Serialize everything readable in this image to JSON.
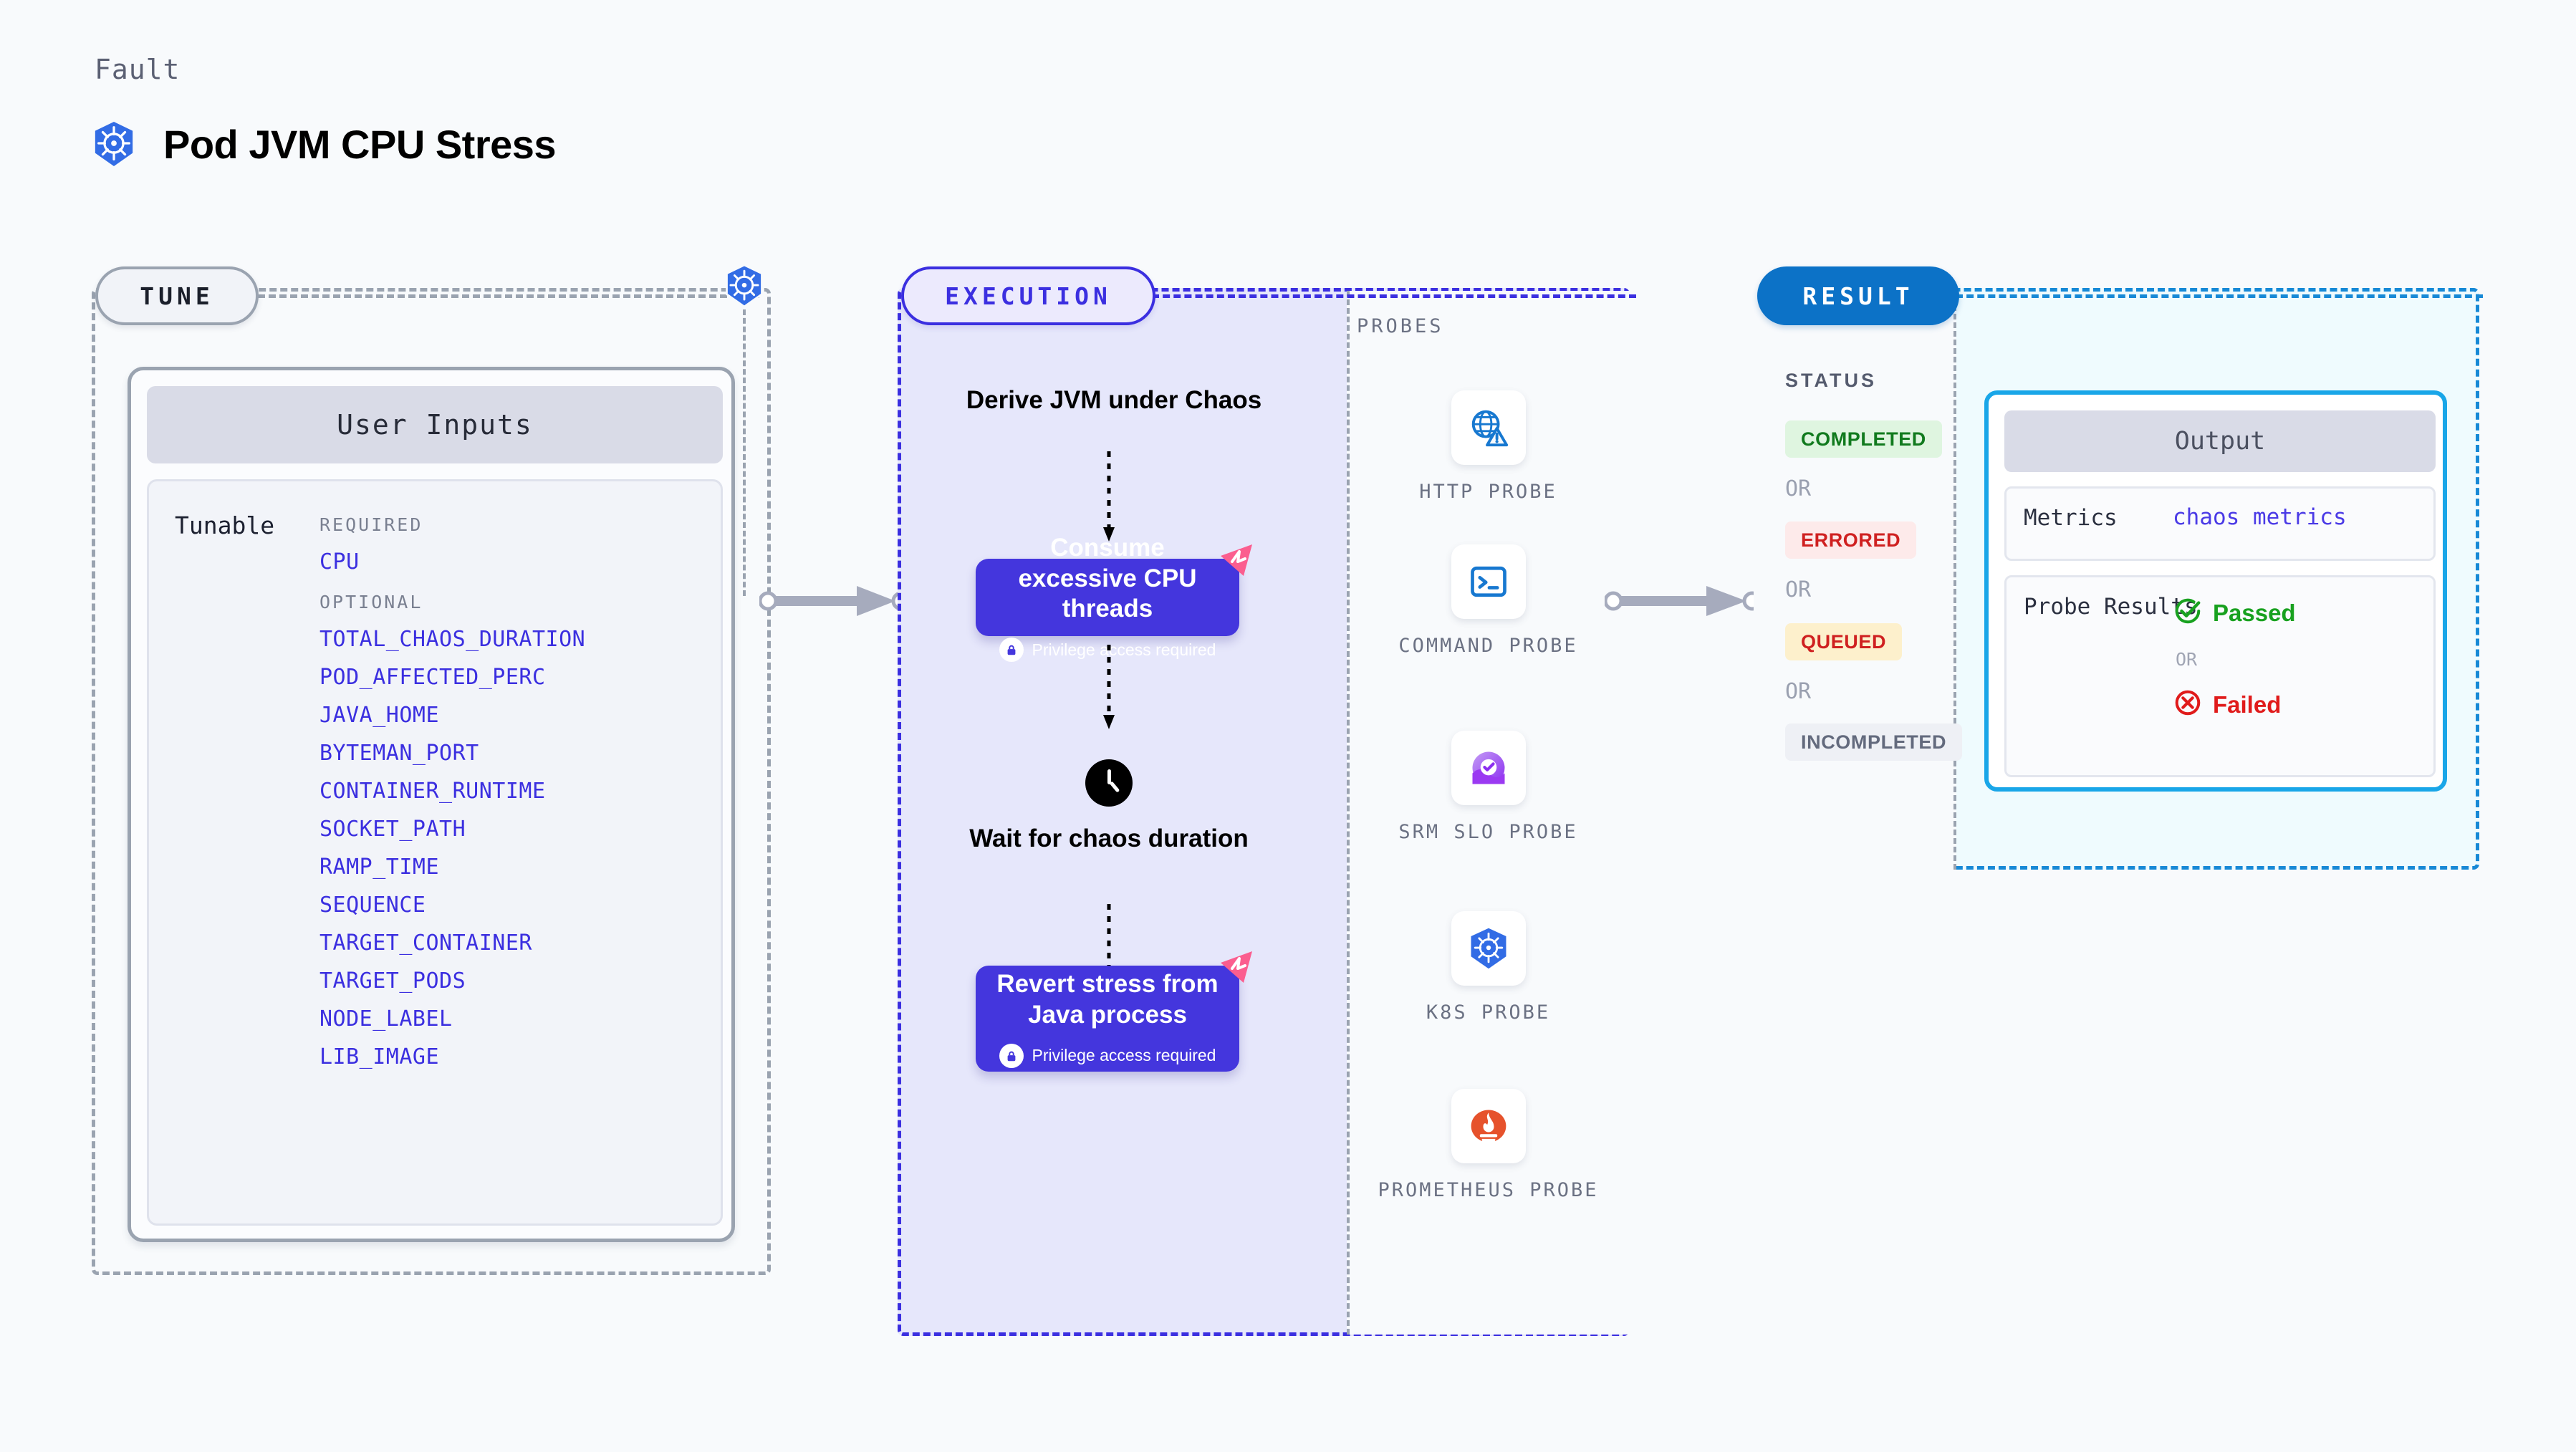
{
  "header": {
    "kicker": "Fault",
    "title": "Pod JVM CPU Stress",
    "icon": "kubernetes-icon"
  },
  "tune": {
    "pill_label": "TUNE",
    "badge_icon": "kubernetes-icon",
    "card": {
      "header": "User Inputs",
      "tunable_label": "Tunable",
      "groups": [
        {
          "title": "REQUIRED",
          "items": [
            "CPU"
          ]
        },
        {
          "title": "OPTIONAL",
          "items": [
            "TOTAL_CHAOS_DURATION",
            "POD_AFFECTED_PERC",
            "JAVA_HOME",
            "BYTEMAN_PORT",
            "CONTAINER_RUNTIME",
            "SOCKET_PATH",
            "RAMP_TIME",
            "SEQUENCE",
            "TARGET_CONTAINER",
            "TARGET_PODS",
            "NODE_LABEL",
            "LIB_IMAGE"
          ]
        }
      ]
    }
  },
  "execution": {
    "pill_label": "EXECUTION",
    "steps": [
      {
        "type": "label",
        "text": "Derive JVM under Chaos"
      },
      {
        "type": "card",
        "title": "Consume excessive CPU threads",
        "note": "Privilege access required",
        "note_icon": "lock-icon",
        "flag_icon": "chaos-flag-icon"
      },
      {
        "type": "label",
        "icon": "clock-icon",
        "text": "Wait for chaos duration"
      },
      {
        "type": "card",
        "title": "Revert stress from Java process",
        "note": "Privilege access required",
        "note_icon": "lock-icon",
        "flag_icon": "chaos-flag-icon"
      }
    ],
    "probes": {
      "title": "PROBES",
      "items": [
        {
          "label": "HTTP PROBE",
          "icon": "globe-warning-icon"
        },
        {
          "label": "COMMAND PROBE",
          "icon": "terminal-icon"
        },
        {
          "label": "SRM SLO PROBE",
          "icon": "srm-slo-icon"
        },
        {
          "label": "K8S PROBE",
          "icon": "kubernetes-icon"
        },
        {
          "label": "PROMETHEUS PROBE",
          "icon": "prometheus-icon"
        }
      ]
    }
  },
  "result": {
    "pill_label": "RESULT",
    "status_title": "STATUS",
    "or_label": "OR",
    "statuses": [
      {
        "label": "COMPLETED",
        "bg": "#dff5e0",
        "fg": "#117a1e"
      },
      {
        "label": "ERRORED",
        "bg": "#fdeaea",
        "fg": "#cf2020"
      },
      {
        "label": "QUEUED",
        "bg": "#fdf0cc",
        "fg": "#cf2020"
      },
      {
        "label": "INCOMPLETED",
        "bg": "#eef0f5",
        "fg": "#636a7d"
      }
    ],
    "output": {
      "header": "Output",
      "metrics_key": "Metrics",
      "metrics_value": "chaos metrics",
      "probe_key": "Probe Results",
      "passed_label": "Passed",
      "failed_label": "Failed",
      "or_label": "OR",
      "passed_icon": "check-circle-icon",
      "failed_icon": "x-circle-icon"
    }
  },
  "colors": {
    "accent_purple": "#4436dd",
    "accent_blue": "#1789d6",
    "k8s_blue": "#326ce5",
    "pink_flag": "#fb5e8f",
    "page_bg": "#f8fafc"
  }
}
